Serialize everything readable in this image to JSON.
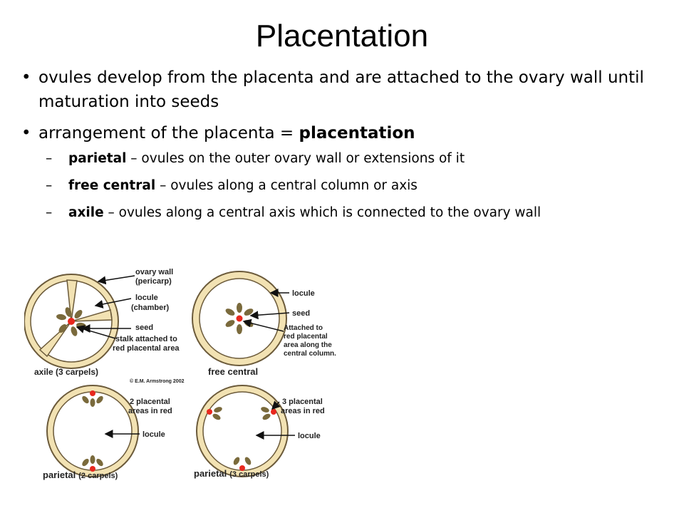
{
  "title": "Placentation",
  "bullets": [
    {
      "text": "ovules develop from the placenta and are attached to the ovary wall until maturation into seeds"
    },
    {
      "pre": "arrangement of the placenta = ",
      "bold": "placentation"
    }
  ],
  "sub_bullets": [
    {
      "term": "parietal",
      "rest": " – ovules on the outer ovary wall or extensions of it"
    },
    {
      "term": "free central",
      "rest": " – ovules along a central column or axis"
    },
    {
      "term": "axile",
      "rest": " – ovules along a central axis which is connected to the ovary wall"
    }
  ],
  "glyphs": {
    "bullet": "•",
    "dash": "–"
  },
  "figure": {
    "axile": {
      "caption": "axile (3 carpels)",
      "l_ovary_wall": "ovary wall",
      "l_pericarp": "(pericarp)",
      "l_locule": "locule",
      "l_chamber": "(chamber)",
      "l_seed": "seed",
      "l_stalk1": "stalk attached to",
      "l_stalk2": "red placental area"
    },
    "copyright": "© E.M. Armstrong 2002",
    "free_central": {
      "caption": "free central",
      "l_locule": "locule",
      "l_seed": "seed",
      "l_att1": "Attached to",
      "l_att2": "red placental",
      "l_att3": "area along the",
      "l_att4": "central column."
    },
    "parietal2": {
      "caption_main": "parietal",
      "caption_paren": "(2 carpels)",
      "l_areas1": "2 placental",
      "l_areas2": "areas in red",
      "l_locule": "locule"
    },
    "parietal3": {
      "caption_main": "parietal",
      "caption_paren": "(3 carpels)",
      "l_areas1": "3 placental",
      "l_areas2": "areas in red",
      "l_locule": "locule"
    },
    "colors": {
      "wall": "#f2e2b3",
      "wall_stroke": "#6b5a3a",
      "seed": "#7a6a3c",
      "placenta": "#e8281e"
    }
  }
}
